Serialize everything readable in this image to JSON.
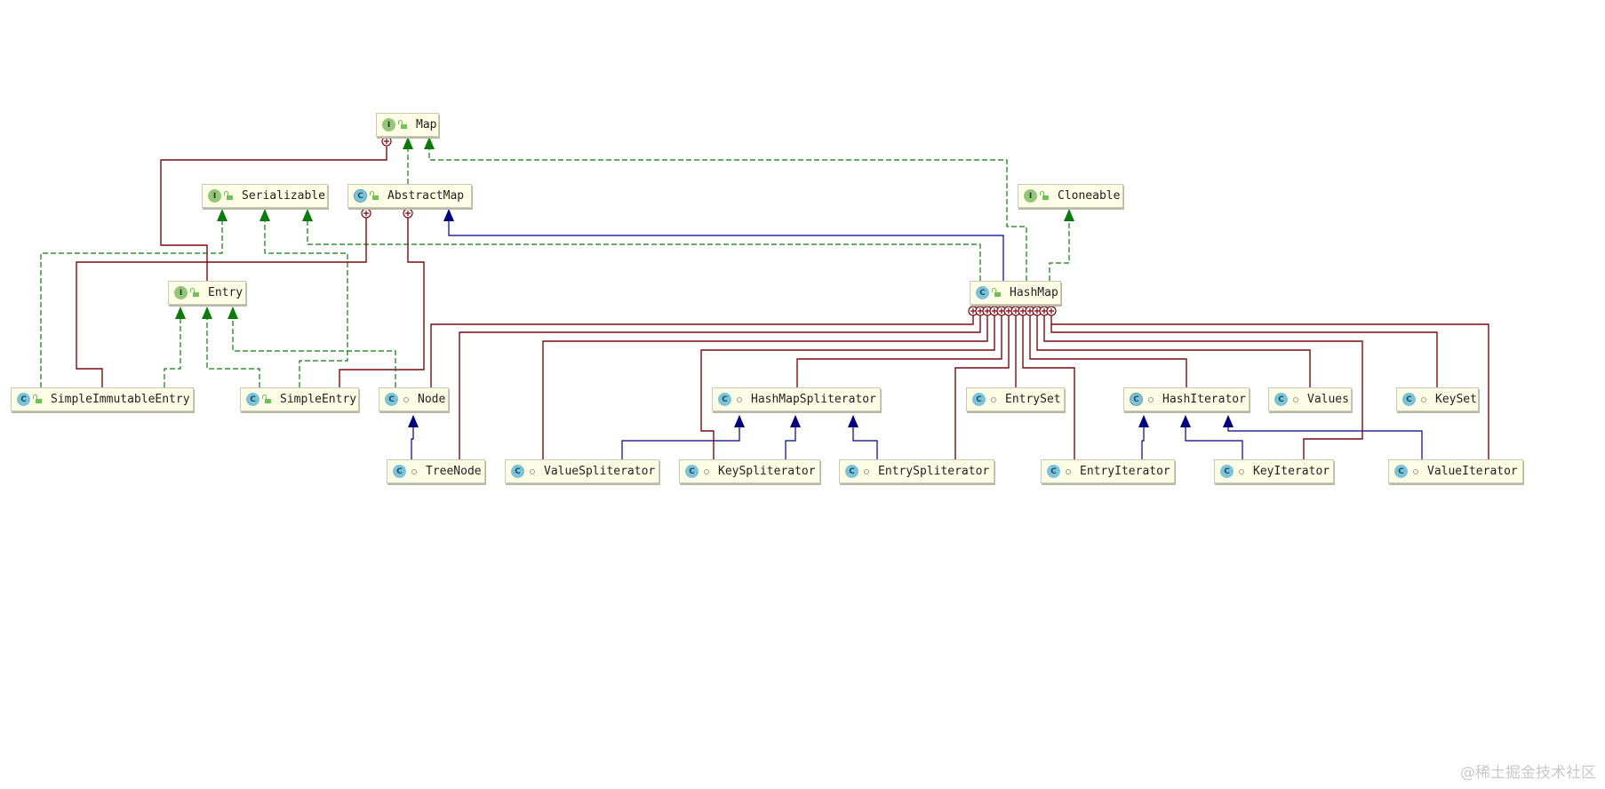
{
  "diagram": {
    "title": "HashMap class diagram",
    "colors": {
      "implements": "#0a7a0a",
      "extends": "#000080",
      "inner": "#7a0a10",
      "node_bg": "#fdfde6"
    },
    "nodes": [
      {
        "id": "Map",
        "label": "Map",
        "kind": "I",
        "visibility": "public"
      },
      {
        "id": "Serializable",
        "label": "Serializable",
        "kind": "I",
        "visibility": "public"
      },
      {
        "id": "AbstractMap",
        "label": "AbstractMap",
        "kind": "C",
        "abstract": true,
        "visibility": "public"
      },
      {
        "id": "Cloneable",
        "label": "Cloneable",
        "kind": "I",
        "visibility": "public"
      },
      {
        "id": "Entry",
        "label": "Entry",
        "kind": "I",
        "visibility": "public"
      },
      {
        "id": "HashMap",
        "label": "HashMap",
        "kind": "C",
        "visibility": "public"
      },
      {
        "id": "SimpleImmutableEntry",
        "label": "SimpleImmutableEntry",
        "kind": "C",
        "visibility": "public"
      },
      {
        "id": "SimpleEntry",
        "label": "SimpleEntry",
        "kind": "C",
        "visibility": "public"
      },
      {
        "id": "Node",
        "label": "Node",
        "kind": "C",
        "visibility": "package"
      },
      {
        "id": "HashMapSpliterator",
        "label": "HashMapSpliterator",
        "kind": "C",
        "visibility": "package"
      },
      {
        "id": "EntrySet",
        "label": "EntrySet",
        "kind": "C",
        "visibility": "package"
      },
      {
        "id": "HashIterator",
        "label": "HashIterator",
        "kind": "C",
        "abstract": true,
        "visibility": "package"
      },
      {
        "id": "Values",
        "label": "Values",
        "kind": "C",
        "visibility": "package"
      },
      {
        "id": "KeySet",
        "label": "KeySet",
        "kind": "C",
        "visibility": "package"
      },
      {
        "id": "TreeNode",
        "label": "TreeNode",
        "kind": "C",
        "visibility": "package"
      },
      {
        "id": "ValueSpliterator",
        "label": "ValueSpliterator",
        "kind": "C",
        "visibility": "package"
      },
      {
        "id": "KeySpliterator",
        "label": "KeySpliterator",
        "kind": "C",
        "visibility": "package"
      },
      {
        "id": "EntrySpliterator",
        "label": "EntrySpliterator",
        "kind": "C",
        "visibility": "package"
      },
      {
        "id": "EntryIterator",
        "label": "EntryIterator",
        "kind": "C",
        "visibility": "package"
      },
      {
        "id": "KeyIterator",
        "label": "KeyIterator",
        "kind": "C",
        "visibility": "package"
      },
      {
        "id": "ValueIterator",
        "label": "ValueIterator",
        "kind": "C",
        "visibility": "package"
      }
    ],
    "relations": [
      {
        "from": "AbstractMap",
        "to": "Map",
        "type": "implements"
      },
      {
        "from": "HashMap",
        "to": "Map",
        "type": "implements"
      },
      {
        "from": "HashMap",
        "to": "AbstractMap",
        "type": "extends"
      },
      {
        "from": "HashMap",
        "to": "Cloneable",
        "type": "implements"
      },
      {
        "from": "HashMap",
        "to": "Serializable",
        "type": "implements"
      },
      {
        "from": "Entry",
        "to": "Map",
        "type": "inner"
      },
      {
        "from": "SimpleImmutableEntry",
        "to": "Entry",
        "type": "implements"
      },
      {
        "from": "SimpleImmutableEntry",
        "to": "Serializable",
        "type": "implements"
      },
      {
        "from": "SimpleImmutableEntry",
        "to": "AbstractMap",
        "type": "inner"
      },
      {
        "from": "SimpleEntry",
        "to": "Entry",
        "type": "implements"
      },
      {
        "from": "SimpleEntry",
        "to": "Serializable",
        "type": "implements"
      },
      {
        "from": "SimpleEntry",
        "to": "AbstractMap",
        "type": "inner"
      },
      {
        "from": "Node",
        "to": "Entry",
        "type": "implements"
      },
      {
        "from": "TreeNode",
        "to": "Node",
        "type": "extends"
      },
      {
        "from": "Node",
        "to": "HashMap",
        "type": "inner"
      },
      {
        "from": "TreeNode",
        "to": "HashMap",
        "type": "inner"
      },
      {
        "from": "ValueSpliterator",
        "to": "HashMapSpliterator",
        "type": "extends"
      },
      {
        "from": "KeySpliterator",
        "to": "HashMapSpliterator",
        "type": "extends"
      },
      {
        "from": "EntrySpliterator",
        "to": "HashMapSpliterator",
        "type": "extends"
      },
      {
        "from": "EntryIterator",
        "to": "HashIterator",
        "type": "extends"
      },
      {
        "from": "KeyIterator",
        "to": "HashIterator",
        "type": "extends"
      },
      {
        "from": "ValueIterator",
        "to": "HashIterator",
        "type": "extends"
      },
      {
        "from": "ValueSpliterator",
        "to": "HashMap",
        "type": "inner"
      },
      {
        "from": "KeySpliterator",
        "to": "HashMap",
        "type": "inner"
      },
      {
        "from": "HashMapSpliterator",
        "to": "HashMap",
        "type": "inner"
      },
      {
        "from": "EntrySpliterator",
        "to": "HashMap",
        "type": "inner"
      },
      {
        "from": "EntrySet",
        "to": "HashMap",
        "type": "inner"
      },
      {
        "from": "EntryIterator",
        "to": "HashMap",
        "type": "inner"
      },
      {
        "from": "HashIterator",
        "to": "HashMap",
        "type": "inner"
      },
      {
        "from": "Values",
        "to": "HashMap",
        "type": "inner"
      },
      {
        "from": "KeyIterator",
        "to": "HashMap",
        "type": "inner"
      },
      {
        "from": "KeySet",
        "to": "HashMap",
        "type": "inner"
      },
      {
        "from": "ValueIterator",
        "to": "HashMap",
        "type": "inner"
      }
    ]
  },
  "watermark": "@稀土掘金技术社区"
}
